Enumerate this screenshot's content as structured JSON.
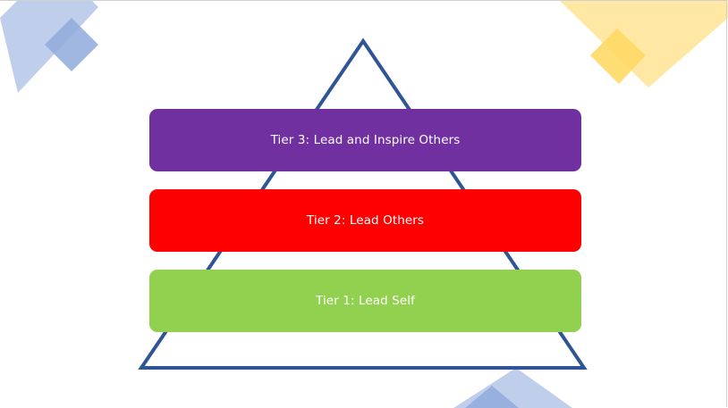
{
  "diagram": {
    "tiers": [
      {
        "label": "Tier 3: Lead and Inspire Others",
        "color": "#7030a0"
      },
      {
        "label": "Tier 2: Lead Others",
        "color": "#ff0000"
      },
      {
        "label": "Tier 1: Lead Self",
        "color": "#92d050"
      }
    ],
    "triangle_color": "#2f5597",
    "decor_colors": {
      "blue_light": "#b4c7e7",
      "blue_mid": "#8faadc",
      "yellow_light": "#ffe699",
      "yellow_mid": "#ffd966"
    }
  }
}
